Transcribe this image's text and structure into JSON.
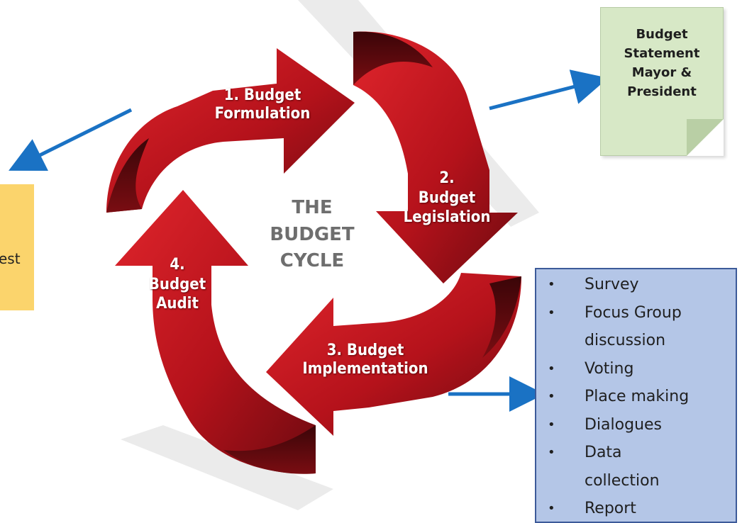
{
  "cycle": {
    "center": [
      "THE",
      "BUDGET",
      "CYCLE"
    ],
    "steps": [
      {
        "lines": [
          "1. Budget",
          "Formulation"
        ]
      },
      {
        "lines": [
          "2.",
          "Budget",
          "Legislation"
        ]
      },
      {
        "lines": [
          "3. Budget",
          "Implementation"
        ]
      },
      {
        "lines": [
          "4.",
          "Budget",
          "Audit"
        ]
      }
    ]
  },
  "statement_note": {
    "lines": [
      "Budget",
      "Statement",
      "Mayor &",
      "President"
    ]
  },
  "left_note": {
    "visible_text": "est"
  },
  "methods": {
    "items": [
      "Survey",
      "Focus Group",
      "discussion",
      "Voting",
      "Place making",
      "Dialogues",
      "Data",
      "collection",
      "Report"
    ],
    "bullets": [
      true,
      true,
      false,
      true,
      true,
      true,
      true,
      false,
      true
    ]
  },
  "colors": {
    "arrow_red": "#b5121b",
    "arrow_dark": "#5a0a0e",
    "connector_blue": "#1a72c4",
    "note_green": "#d7e8c6",
    "note_yellow": "#fbd46c",
    "box_blue": "#b4c6e7"
  }
}
